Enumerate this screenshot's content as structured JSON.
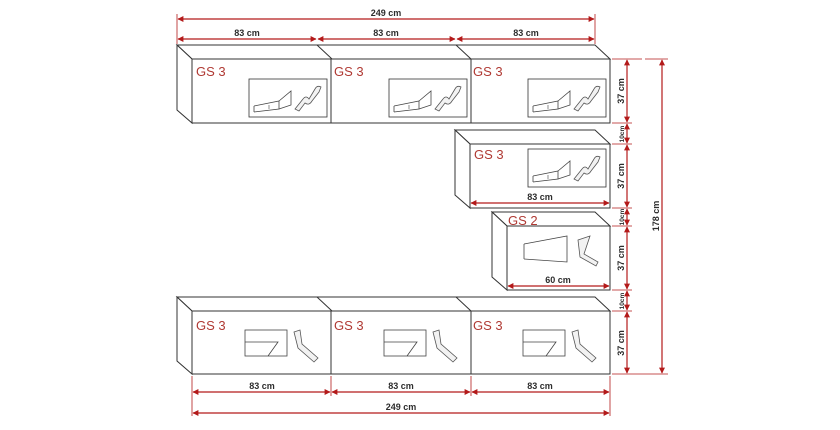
{
  "cabinet_labels": {
    "top_left": "GS 3",
    "top_middle": "GS 3",
    "top_right": "GS 3",
    "mid": "GS 3",
    "small": "GS 2",
    "bottom_left": "GS 3",
    "bottom_middle": "GS 3",
    "bottom_right": "GS 3"
  },
  "dimensions": {
    "top_total_width": "249 cm",
    "top_width_1": "83 cm",
    "top_width_2": "83 cm",
    "top_width_3": "83 cm",
    "mid_width": "83 cm",
    "small_width": "60 cm",
    "bottom_width_1": "83 cm",
    "bottom_width_2": "83 cm",
    "bottom_width_3": "83 cm",
    "bottom_total_width": "249 cm",
    "height_1": "37 cm",
    "gap_1": "10cm",
    "height_2": "37 cm",
    "gap_2": "10cm",
    "height_3": "37 cm",
    "gap_3": "10cm",
    "height_4": "37 cm",
    "total_height": "178 cm"
  },
  "colors": {
    "outline": "#333333",
    "dimension_line": "#b31a1a",
    "cabinet_label": "#b03a34",
    "dimension_text": "#2d2d2d"
  }
}
